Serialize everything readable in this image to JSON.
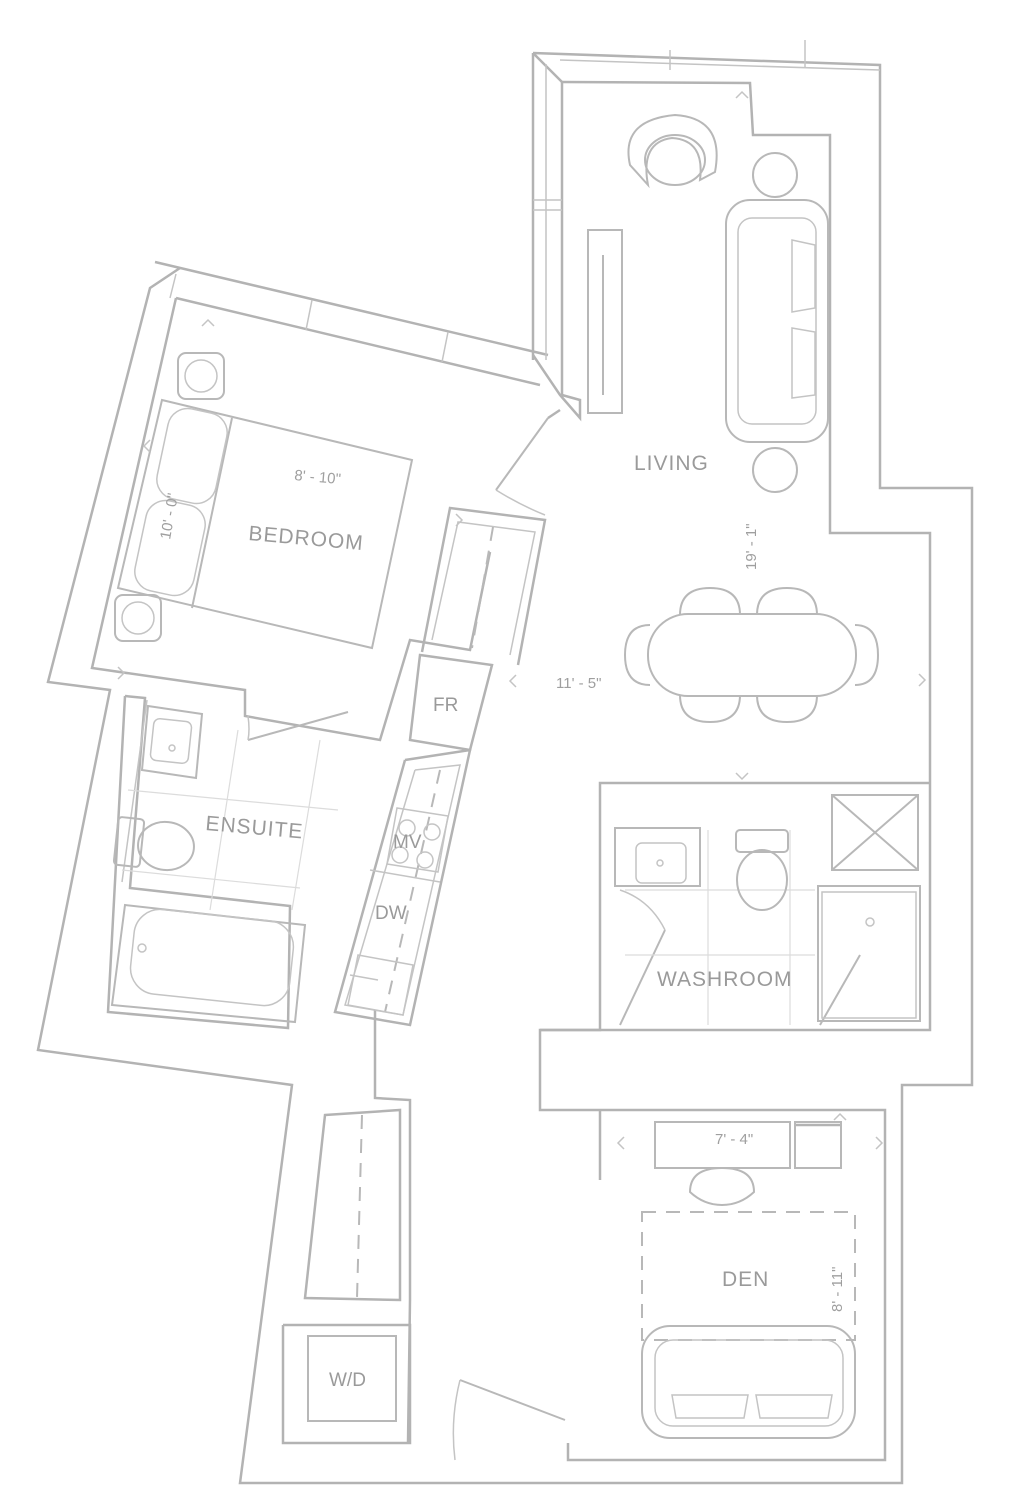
{
  "rooms": {
    "living": "LIVING",
    "bedroom": "BEDROOM",
    "ensuite": "ENSUITE",
    "washroom": "WASHROOM",
    "den": "DEN"
  },
  "dimensions": {
    "bedroom_width": "8' - 10\"",
    "bedroom_length": "10' - 0\"",
    "living_length": "19' - 1\"",
    "living_width": "11' - 5\"",
    "den_width": "7' - 4\"",
    "den_length": "8' - 11\""
  },
  "appliances": {
    "fridge": "FR",
    "microwave": "MV",
    "dishwasher": "DW",
    "washer_dryer": "W/D"
  },
  "colors": {
    "line": "#b3b3b3",
    "text": "#9a9a9a",
    "background": "#ffffff"
  }
}
